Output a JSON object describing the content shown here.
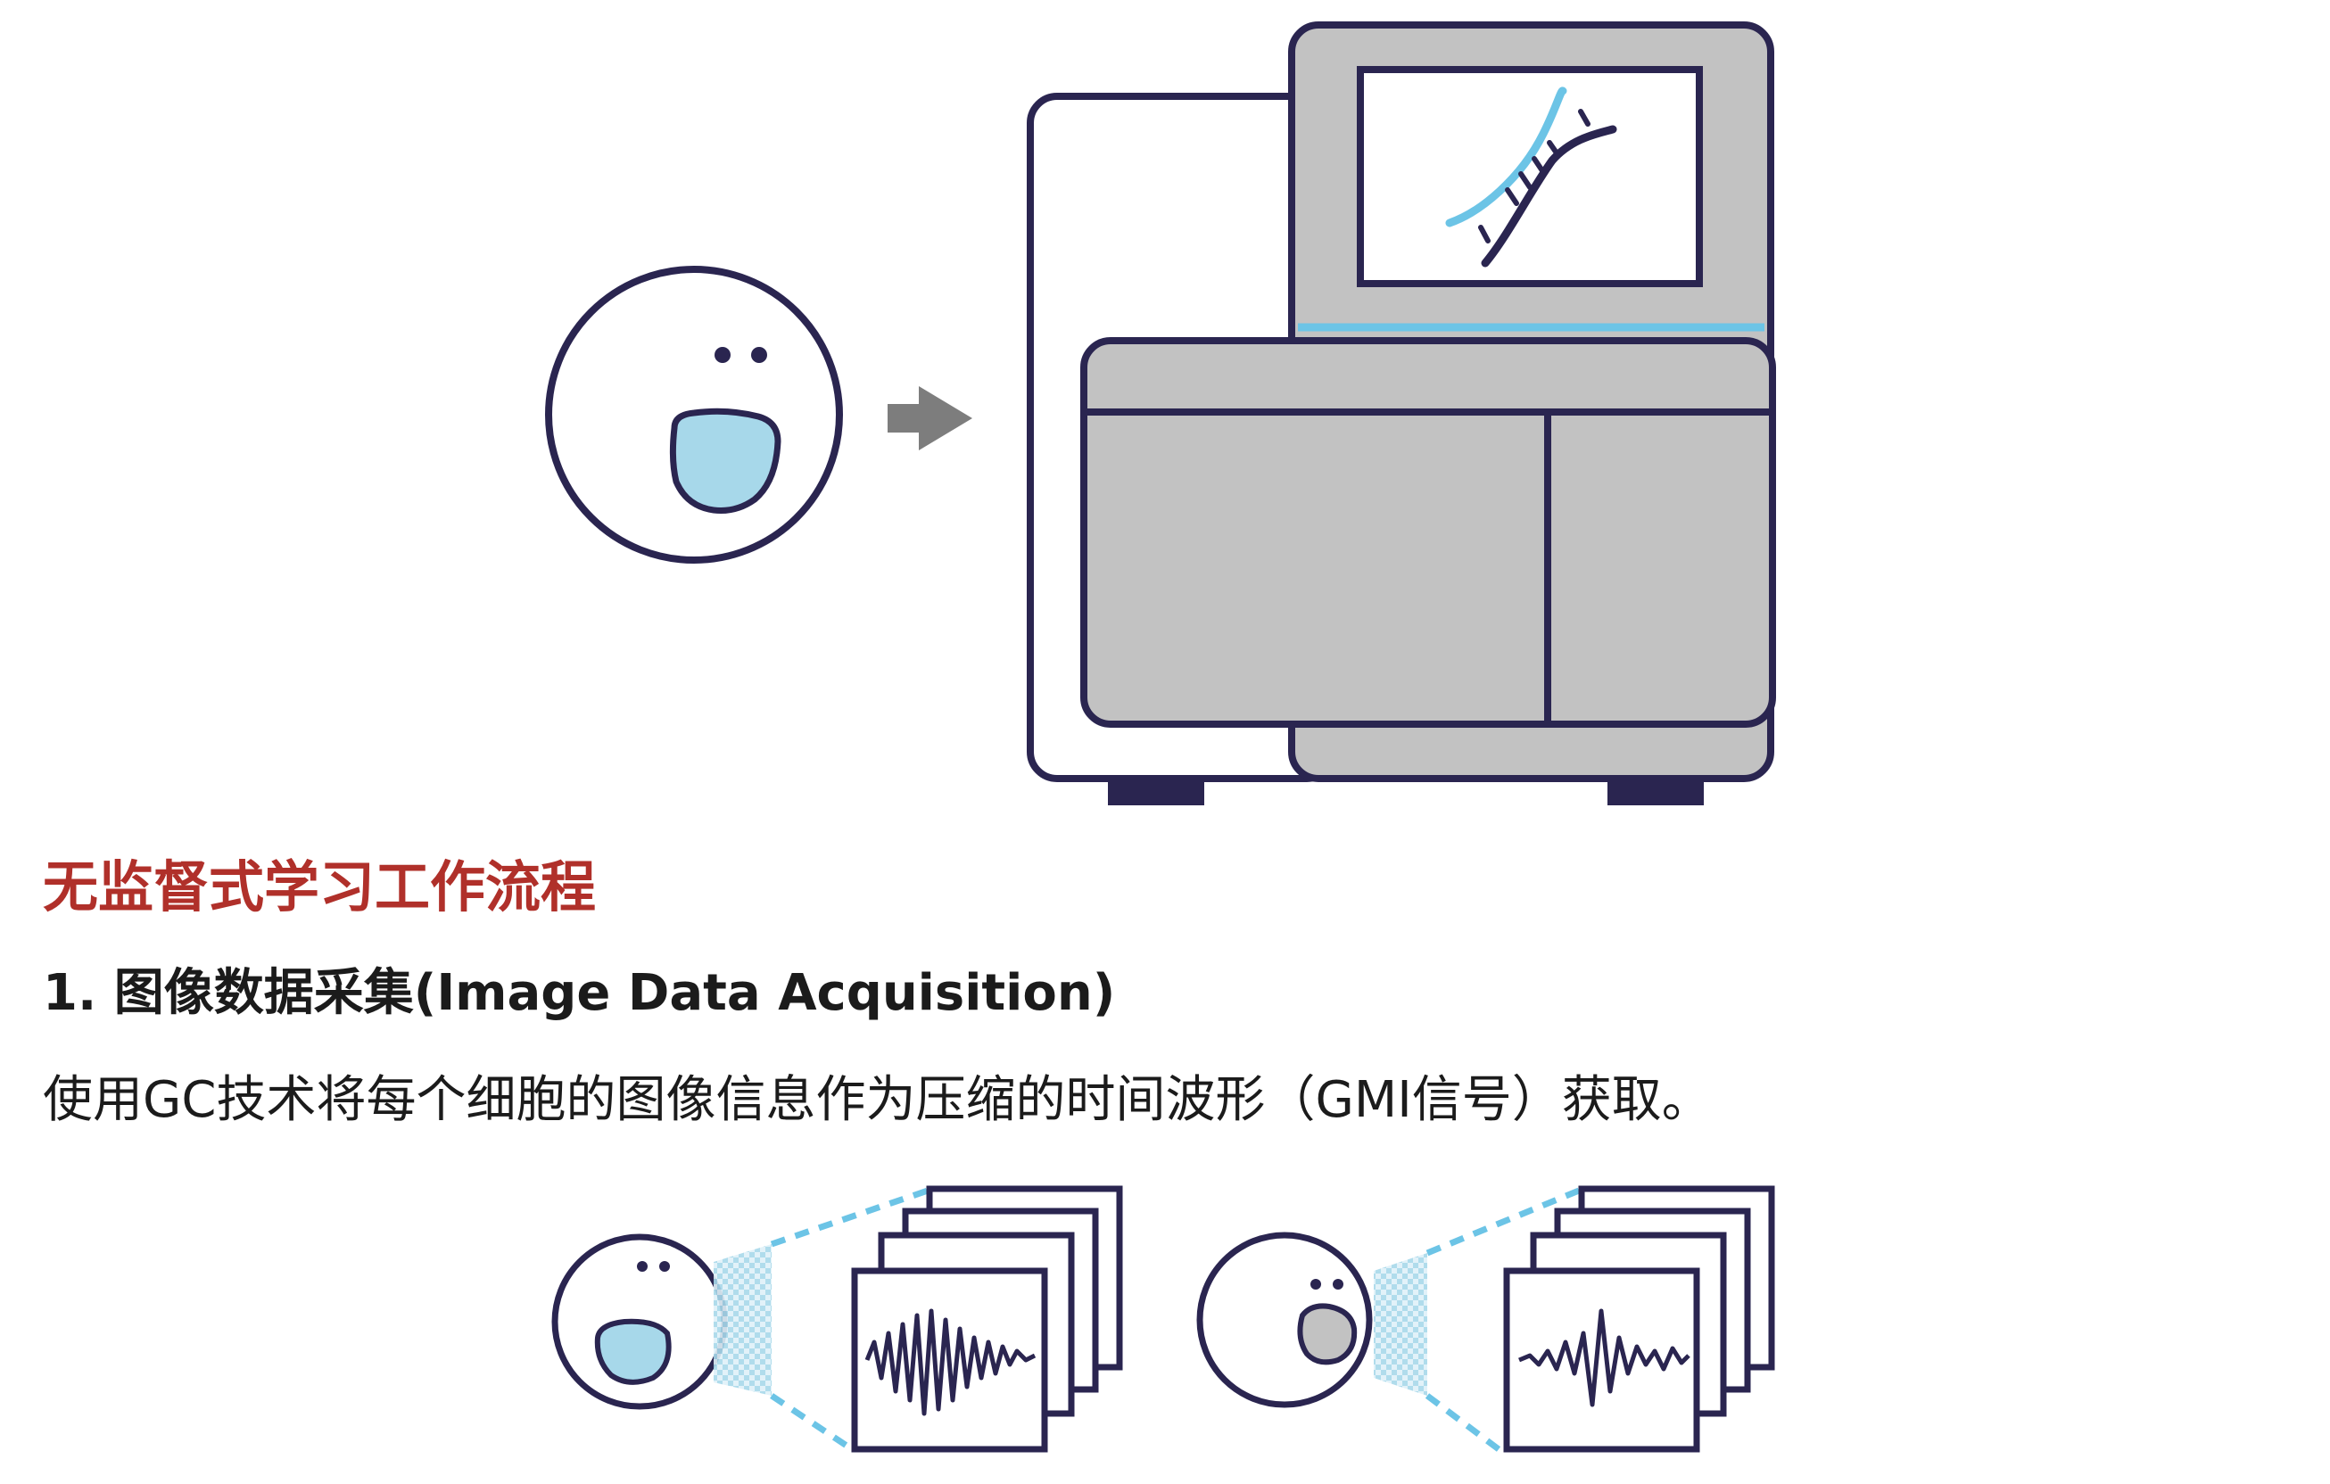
{
  "section_title": "无监督式学习工作流程",
  "step": {
    "title": "1. 图像数据采集(Image Data Acquisition)",
    "description": "使用GC技术将每个细胞的图像信息作为压缩的时间波形（GMI信号）获取。"
  },
  "icons": {
    "cell": "cell-icon",
    "arrow": "arrow-right-icon",
    "instrument": "flow-cytometer-icon",
    "dna": "dna-icon",
    "waveform": "waveform-icon"
  },
  "colors": {
    "outline": "#2a2550",
    "accent_blue": "#a7d8ea",
    "dna_blue": "#6cc4e6",
    "machine_gray": "#c2c2c2",
    "arrow_gray": "#7d7d7d",
    "heading_red": "#b0302a",
    "text": "#1b1b1b"
  }
}
